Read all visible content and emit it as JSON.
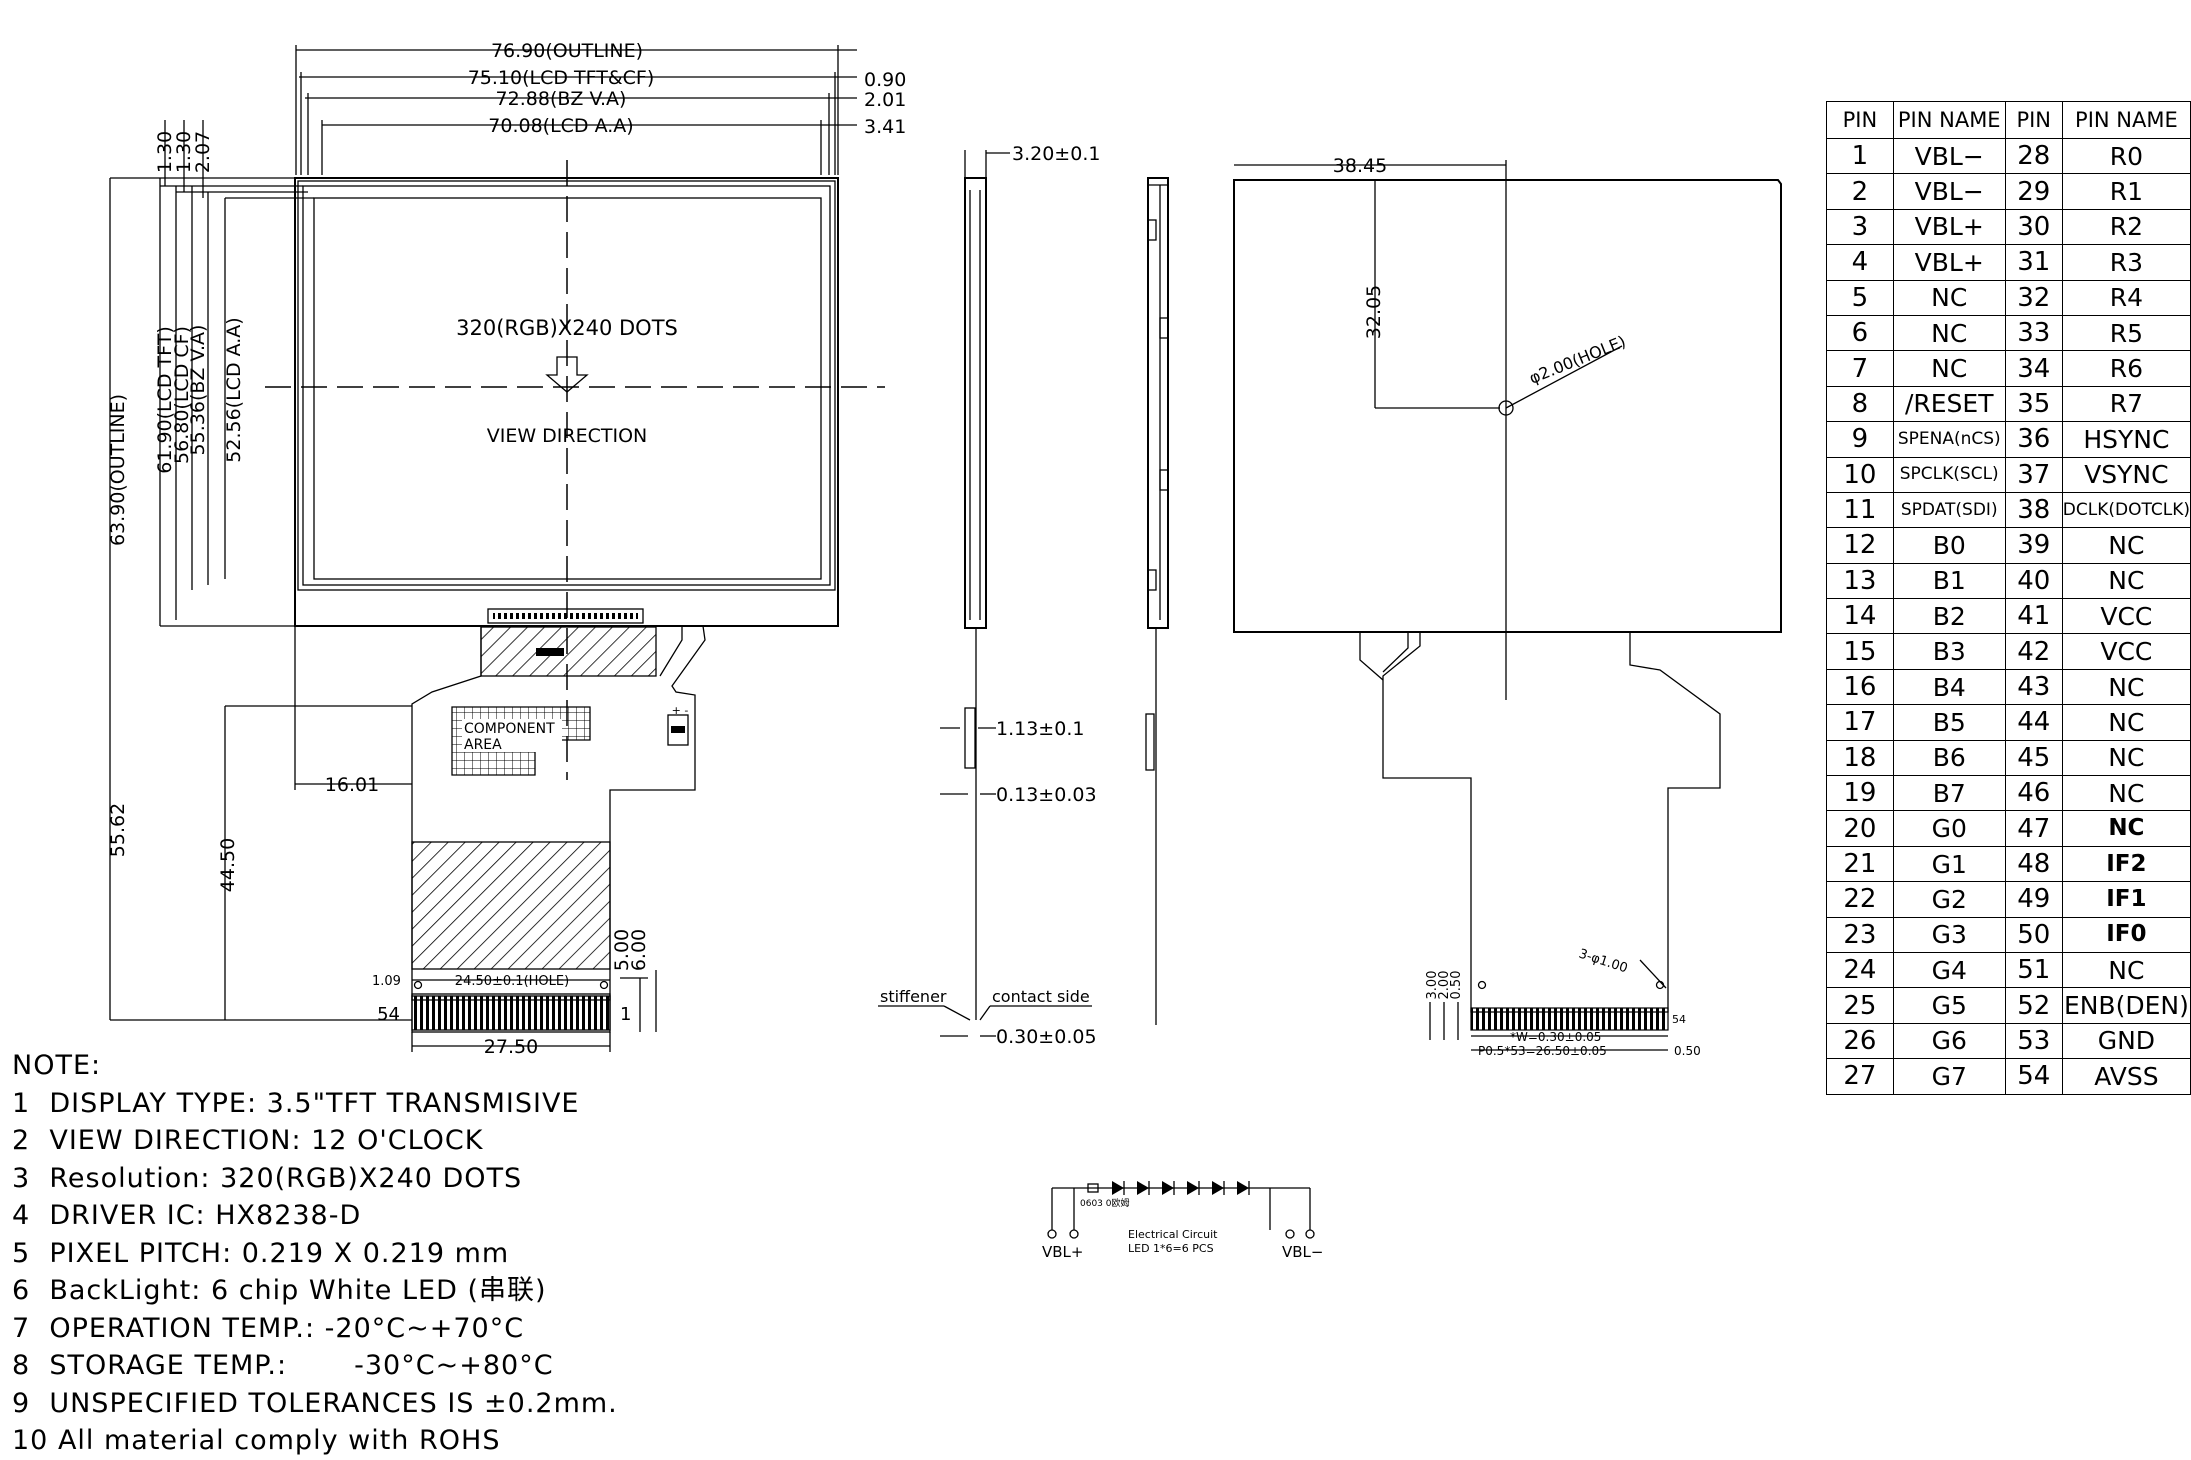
{
  "front_view": {
    "outline_width": "76.90(OUTLINE)",
    "lcd_tft_cf_width": "75.10(LCD TFT&CF)",
    "bz_va_width": "72.88(BZ V.A)",
    "lcd_aa_width": "70.08(LCD A.A)",
    "right_offsets": [
      "0.90",
      "2.01",
      "3.41"
    ],
    "top_offsets": [
      "1.30",
      "1.30",
      "2.07"
    ],
    "outline_height": "63.90(OUTLINE)",
    "lcd_tft_height": "61.90(LCD TFT)",
    "lcd_cf_height": "56.80(LCD CF)",
    "bz_va_height": "55.36(BZ V.A)",
    "lcd_aa_height": "52.56(LCD A.A)",
    "resolution_label": "320(RGB)X240 DOTS",
    "view_direction_label": "VIEW DIRECTION",
    "component_area_label": [
      "COMPONENT",
      "AREA"
    ],
    "fpc_offset": "16.01",
    "total_length": "55.62",
    "fpc_length": "44.50",
    "hole_pitch": "24.50±0.1(HOLE)",
    "hole_offset_left": "1.09",
    "connector_heights": [
      "5.00",
      "6.00"
    ],
    "connector_width": "27.50",
    "pin_first": "54",
    "pin_last": "1"
  },
  "side_view": {
    "thickness": "3.20±0.1",
    "fpc_thickness": "1.13±0.1",
    "fpc_copper": "0.13±0.03",
    "contact_thickness": "0.30±0.05",
    "stiffener_label": "stiffener",
    "contact_side_label": "contact side"
  },
  "back_view": {
    "hole_x": "38.45",
    "hole_y": "32.05",
    "hole_label": "φ2.00(HOLE)",
    "fpc_holes": "3-φ1.00",
    "small_dims": [
      "3.00",
      "2.00",
      "0.50"
    ],
    "pitch_w": "*W=0.30±0.05",
    "pitch_total": "P0.5*53=26.50±0.05",
    "edge_offset": "0.50",
    "pin_mark": "54"
  },
  "circuit": {
    "resistor_label": "0603 0欧姆",
    "label_vbl_plus": "VBL+",
    "label_vbl_minus": "VBL−",
    "title_line1": "Electrical Circuit",
    "title_line2": "LED 1*6=6 PCS"
  },
  "pin_table": {
    "headers": [
      "PIN",
      "PIN NAME",
      "PIN",
      "PIN NAME"
    ],
    "rows": [
      [
        "1",
        "VBL−",
        "28",
        "R0"
      ],
      [
        "2",
        "VBL−",
        "29",
        "R1"
      ],
      [
        "3",
        "VBL+",
        "30",
        "R2"
      ],
      [
        "4",
        "VBL+",
        "31",
        "R3"
      ],
      [
        "5",
        "NC",
        "32",
        "R4"
      ],
      [
        "6",
        "NC",
        "33",
        "R5"
      ],
      [
        "7",
        "NC",
        "34",
        "R6"
      ],
      [
        "8",
        "/RESET",
        "35",
        "R7"
      ],
      [
        "9",
        "SPENA(nCS)",
        "36",
        "HSYNC"
      ],
      [
        "10",
        "SPCLK(SCL)",
        "37",
        "VSYNC"
      ],
      [
        "11",
        "SPDAT(SDI)",
        "38",
        "DCLK(DOTCLK)"
      ],
      [
        "12",
        "B0",
        "39",
        "NC"
      ],
      [
        "13",
        "B1",
        "40",
        "NC"
      ],
      [
        "14",
        "B2",
        "41",
        "VCC"
      ],
      [
        "15",
        "B3",
        "42",
        "VCC"
      ],
      [
        "16",
        "B4",
        "43",
        "NC"
      ],
      [
        "17",
        "B5",
        "44",
        "NC"
      ],
      [
        "18",
        "B6",
        "45",
        "NC"
      ],
      [
        "19",
        "B7",
        "46",
        "NC"
      ],
      [
        "20",
        "G0",
        "47",
        "NC"
      ],
      [
        "21",
        "G1",
        "48",
        "IF2"
      ],
      [
        "22",
        "G2",
        "49",
        "IF1"
      ],
      [
        "23",
        "G3",
        "50",
        "IF0"
      ],
      [
        "24",
        "G4",
        "51",
        "NC"
      ],
      [
        "25",
        "G5",
        "52",
        "ENB(DEN)"
      ],
      [
        "26",
        "G6",
        "53",
        "GND"
      ],
      [
        "27",
        "G7",
        "54",
        "AVSS"
      ]
    ]
  },
  "notes": {
    "title": "NOTE:",
    "items": [
      "1  DISPLAY TYPE: 3.5\"TFT TRANSMISIVE",
      "2  VIEW DIRECTION: 12 O'CLOCK",
      "3  Resolution: 320(RGB)X240 DOTS",
      "4  DRIVER IC: HX8238-D",
      "5  PIXEL PITCH: 0.219 X 0.219 mm",
      "6  BackLight: 6 chip White LED (串联)",
      "7  OPERATION TEMP.: -20°C~+70°C",
      "8  STORAGE TEMP.:       -30°C~+80°C",
      "9  UNSPECIFIED TOLERANCES IS ±0.2mm.",
      "10 All material comply with ROHS"
    ]
  }
}
